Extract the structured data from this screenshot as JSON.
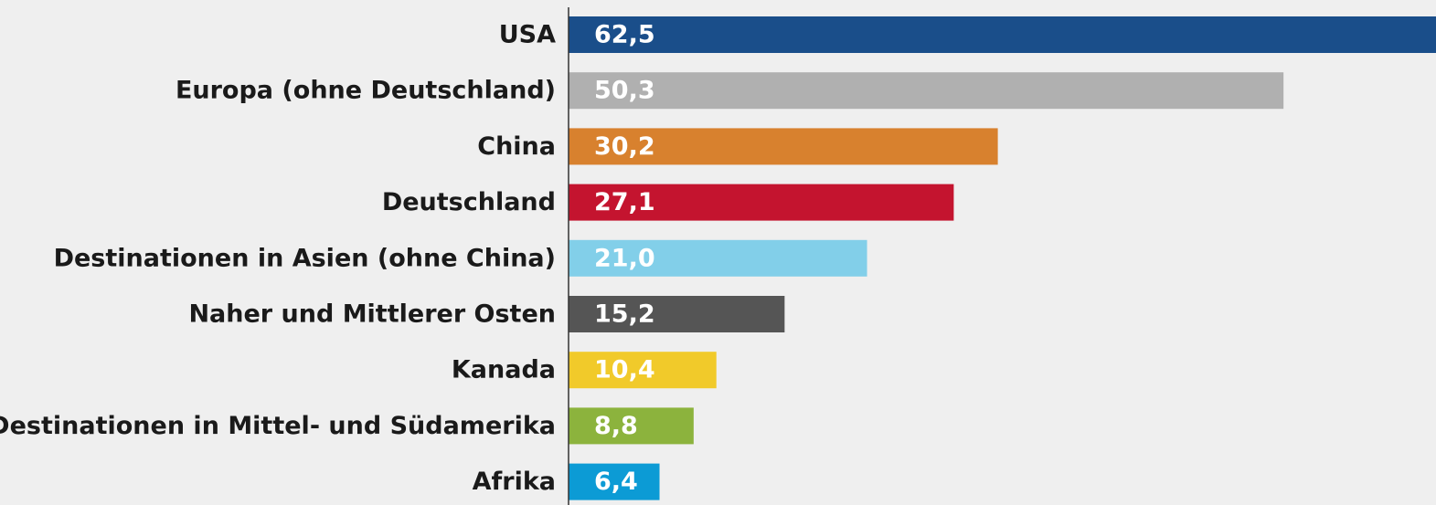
{
  "chart_data": {
    "type": "bar",
    "orientation": "horizontal",
    "title": "",
    "xlabel": "",
    "ylabel": "",
    "grid": false,
    "legend": "none",
    "xlim": [
      0,
      65
    ],
    "categories": [
      "USA",
      "Europa (ohne Deutschland)",
      "China",
      "Deutschland",
      "Destinationen in Asien (ohne China)",
      "Naher und Mittlerer Osten",
      "Kanada",
      "Destinationen in Mittel- und Südamerika",
      "Afrika"
    ],
    "values": [
      62.5,
      50.3,
      30.2,
      27.1,
      21.0,
      15.2,
      10.4,
      8.8,
      6.4
    ],
    "value_labels": [
      "62,5",
      "50,3",
      "30,2",
      "27,1",
      "21,0",
      "15,2",
      "10,4",
      "8,8",
      "6,4"
    ],
    "colors": [
      "#1a4e8a",
      "#b0b0b0",
      "#d8812e",
      "#c4142f",
      "#82cfe9",
      "#555555",
      "#f1ca2a",
      "#8cb33d",
      "#0c9bd5"
    ]
  },
  "colors": {
    "background": "#efefef",
    "axis": "#333333",
    "label_text": "#1a1a1a",
    "value_text": "#ffffff"
  }
}
